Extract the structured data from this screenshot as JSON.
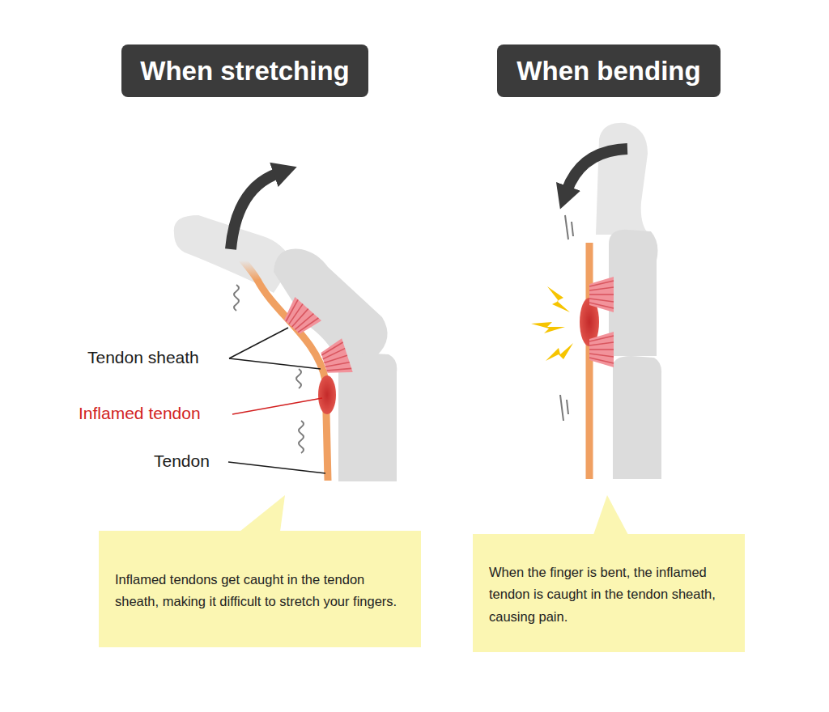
{
  "diagram": {
    "nodes": [
      {
        "text": [
          "When stretching"
        ]
      },
      {
        "text": [
          "When bending"
        ]
      },
      {
        "text": [
          "Inflamed tendons get caught in the tendon sheath, making it difficult to stretch your fingers."
        ]
      },
      {
        "text": [
          "When the finger is bent, the inflamed tendon is caught in the tendon sheath, causing pain."
        ]
      }
    ],
    "labels": [
      "Tendon sheath",
      "Inflamed tendon",
      "Tendon"
    ]
  }
}
